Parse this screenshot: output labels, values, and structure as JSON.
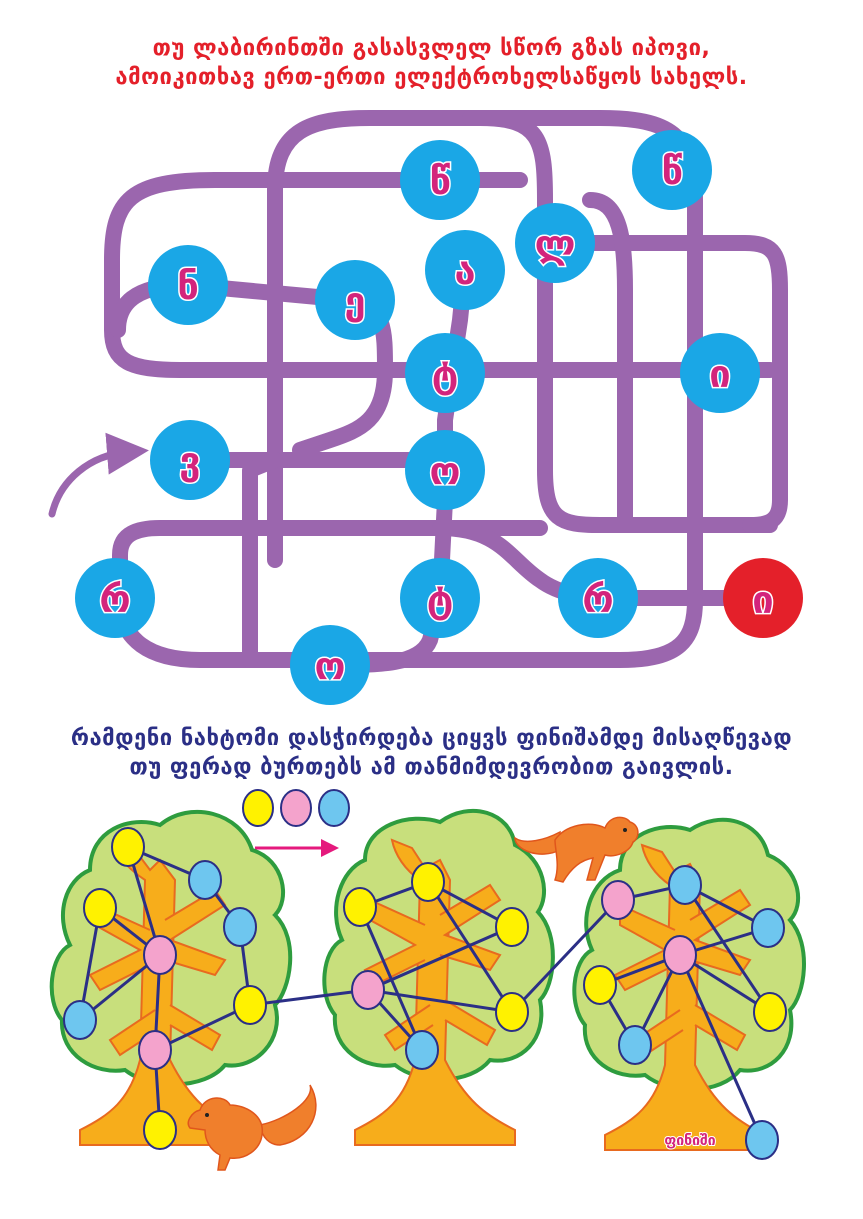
{
  "page": {
    "puzzle1": {
      "title_lines": [
        "თუ ლაბირინთში გასასვლელ სწორ გზას იპოვი,",
        "ამოიკითხავ  ერთ-ერთი ელექტროხელსაწყოს სახელს."
      ],
      "letters": [
        "წ",
        "წ",
        "ლ",
        "ნ",
        "ე",
        "ა",
        "ტ",
        "ი",
        "ვ",
        "ო",
        "რ",
        "ტ",
        "რ",
        "ო"
      ],
      "exit_letter": "ი",
      "colors": {
        "path": "#9b66ae",
        "circle": "#1aa7e6",
        "letter": "#d3247c",
        "exit": "#e4202a",
        "start_arrow": "#9b66ae"
      }
    },
    "puzzle2": {
      "title_lines": [
        "რამდენი ნახტომი დასჭირდება ციყვს ფინიშამდე მისაღწევად",
        "თუ ფერად ბურთებს ამ თანმიმდევრობით გაივლის."
      ],
      "sequence_colors": [
        "#fff200",
        "#f4a3cc",
        "#6ec6ef"
      ],
      "finish_label": "ფინიში",
      "colors": {
        "crown": "#c8df7c",
        "crown_border": "#2e9c3e",
        "trunk": "#f7ad1b",
        "trunk_border": "#e86a1f",
        "line": "#2b2f86",
        "arrow": "#e5197d",
        "squirrel": "#f07f2c"
      }
    }
  }
}
